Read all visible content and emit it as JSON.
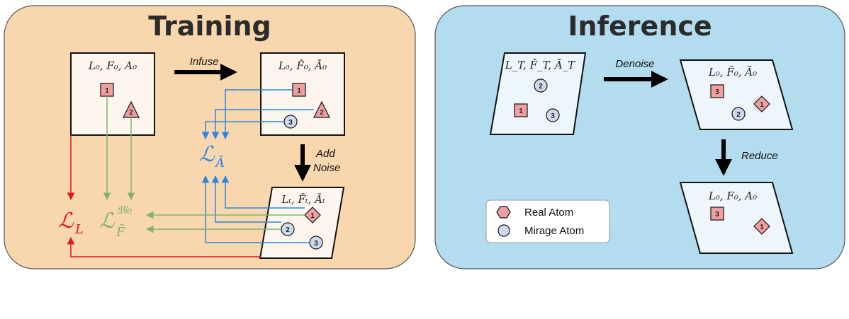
{
  "training": {
    "title": "Training",
    "box_initial_label": "L₀, F₀, A₀",
    "box_infused_label": "L₀, F̄₀, Ā₀",
    "box_noised_label": "Lₜ, F̄ₜ, Āₜ",
    "infuse_label": "Infuse",
    "add_noise_label_1": "Add",
    "add_noise_label_2": "Noise",
    "loss_l": "ℒ",
    "loss_l_sub": "L",
    "loss_f": "ℒ",
    "loss_f_sub": "F̄",
    "loss_f_sup": "𝔐₀",
    "loss_a": "ℒ",
    "loss_a_sub": "Ā",
    "atoms": {
      "a1": "1",
      "a2": "2",
      "a3": "3"
    }
  },
  "inference": {
    "title": "Inference",
    "box_start_label": "L_T, F̄_T, Ā_T",
    "box_denoised_label": "L₀, F̄₀, Ā₀",
    "box_reduced_label": "L₀, F₀, A₀",
    "denoise_label": "Denoise",
    "reduce_label": "Reduce",
    "atoms": {
      "a1": "1",
      "a2": "2",
      "a3": "3"
    }
  },
  "legend": {
    "real_atom": "Real Atom",
    "mirage_atom": "Mirage Atom"
  },
  "colors": {
    "training_bg": "#f8d6ae",
    "inference_bg": "#b3dcef",
    "real_atom": "#f0a0a0",
    "mirage_atom": "#cfd9ee",
    "loss_l": "#e8141b",
    "loss_f": "#7fb36a",
    "loss_a": "#2a87e0"
  }
}
